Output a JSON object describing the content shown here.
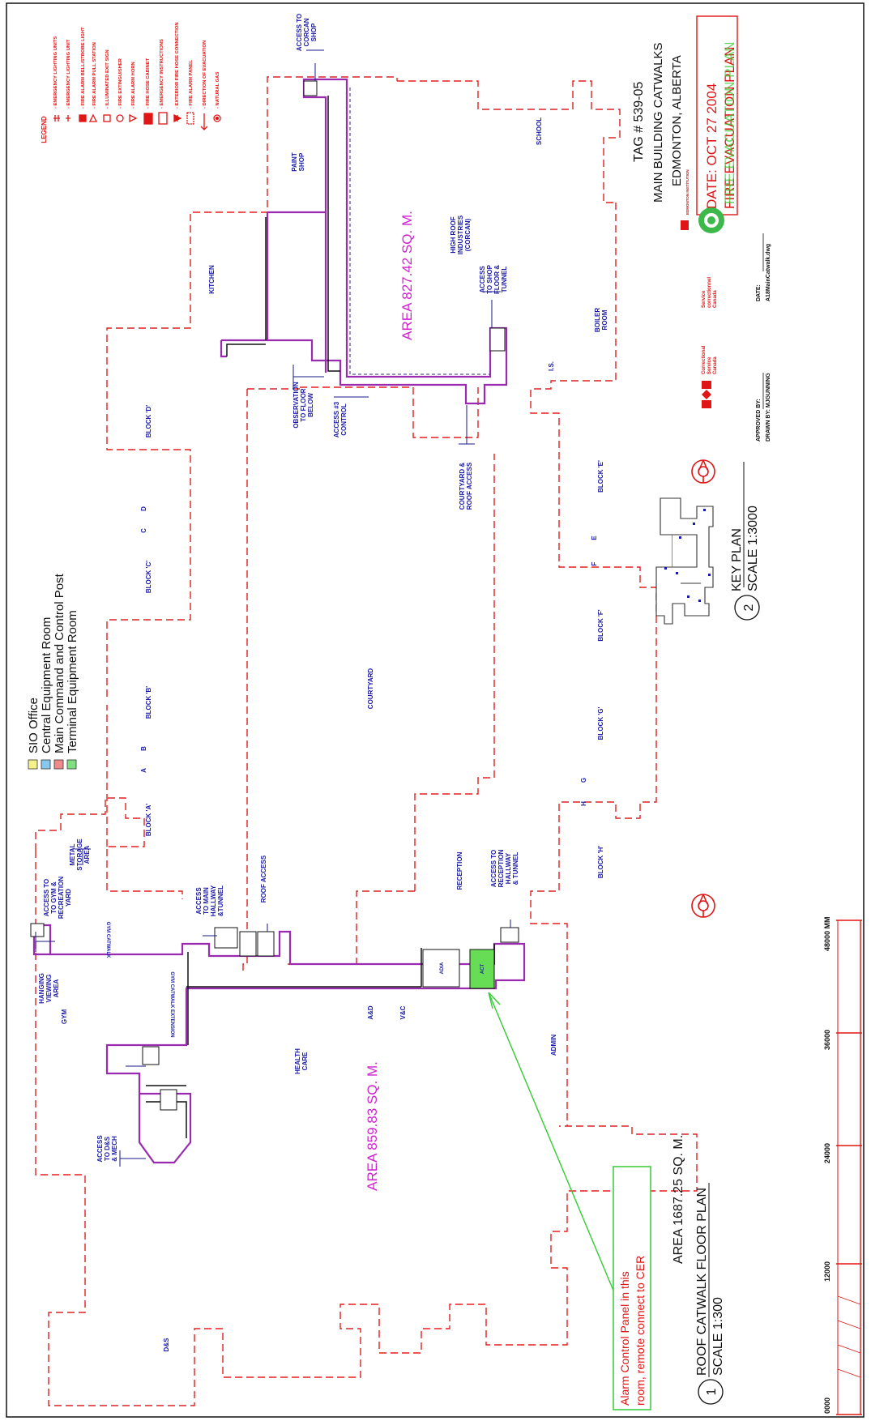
{
  "legend_colors": {
    "title": "",
    "items": [
      {
        "label": "SIO Office",
        "color": "#f5f08a"
      },
      {
        "label": "Central Equipment Room",
        "color": "#86c8ee"
      },
      {
        "label": "Main Command and Control Post",
        "color": "#ee8a8a"
      },
      {
        "label": "Terminal Equipment Room",
        "color": "#7ee07e"
      }
    ]
  },
  "fire_legend": {
    "title": "LEGEND",
    "items": [
      "- EMERGENCY LIGHTING UNITS",
      "- EMERGENCY LIGHTING UNIT",
      "- FIRE ALARM BELL/STROBE LIGHT",
      "- FIRE ALARM PULL STATION",
      "- ILLUMINATED EXIT SIGN",
      "- FIRE EXTINGUISHER",
      "- FIRE ALARM HORN",
      "- FIRE HOSE CABINET",
      "- EMERGENCY INSTRUCTIONS",
      "- EXTERIOR FIRE HOSE CONNECTION",
      "- FIRE ALARM PANEL",
      "- DIRECTION OF EVACUATION",
      "- NATURAL GAS"
    ]
  },
  "title_block": {
    "tag": "TAG # 539-05",
    "line1": "MAIN BUILDING CATWALKS",
    "line2": "EDMONTON, ALBERTA",
    "date": "DATE: OCT 27 2004",
    "plan_red": "FIRE EVACUATION PLAN",
    "plan_green": "FIRE EVACUATION PLAN",
    "approved": "APPROVED BY:",
    "date_label": "DATE:",
    "drawn": "DRAWN BY: MJGUNNING",
    "file": "A18MainCatwalk.dwg",
    "csc_en": "Correctional Service Canada",
    "csc_fr": "Service correctionnel Canada",
    "institution": "EDMONTON INSTITUTION"
  },
  "areas": {
    "area_upper": "AREA 827.42 SQ. M.",
    "area_lower": "AREA 859.83 SQ. M.",
    "area_total": "AREA 1687.25 SQ. M."
  },
  "plan_titles": {
    "plan1_number": "1",
    "plan1_title": "ROOF CATWALK FLOOR PLAN",
    "plan1_scale": "SCALE 1:300",
    "plan2_number": "2",
    "plan2_title": "KEY PLAN",
    "plan2_scale": "SCALE 1:3000"
  },
  "scale_bar": {
    "ticks": [
      "0000",
      "12000",
      "24000",
      "36000",
      "48000 MM"
    ]
  },
  "callout": {
    "line1": "Alarm Control Panel in this",
    "line2": "room, remote connect to CER"
  },
  "rooms": {
    "block_d": "BLOCK 'D'",
    "block_c": "BLOCK 'C'",
    "block_b": "BLOCK 'B'",
    "block_a": "BLOCK 'A'",
    "block_e": "BLOCK 'E'",
    "block_f": "BLOCK 'F'",
    "block_g": "BLOCK 'G'",
    "block_h": "BLOCK 'H'",
    "courtyard": "COURTYARD",
    "kitchen": "KITCHEN",
    "paint_shop": "PAINT SHOP",
    "school": "SCHOOL",
    "boiler_room": "BOILER ROOM",
    "high_roof": "HIGH ROOF INDUSTRIES (CORCAN)",
    "access_corcan": "ACCESS TO CORCAN SHOP",
    "access_shop": "ACCESS TO SHOP FLOOR & TUNNEL",
    "is": "I.S.",
    "observation": "OBSERVATION TO FLOOR BELOW",
    "access_control": "ACCESS #3 CONTROL",
    "courtyard_roof": "COURTYARD & ROOF ACCESS",
    "reception": "RECEPTION",
    "access_reception": "ACCESS TO RECEPTION HALLWAY & TUNNEL",
    "admin": "ADMIN",
    "roof_access": "ROOF ACCESS",
    "access_main": "ACCESS TO MAIN HALLWAY & TUNNEL",
    "metal_storage": "METAL STORAGE AREA",
    "access_gym": "ACCESS TO GYM & RECREATION YARD",
    "gym": "GYM",
    "hanging": "HANGING VIEWING AREA",
    "gym_catwalk": "GYM CATWALK",
    "gym_catwalk_ext": "GYM CATWALK EXTENSION",
    "health_care": "HEALTH CARE",
    "amd": "A&D",
    "vnc": "V&C",
    "ds": "D&S",
    "access_ds": "ACCESS TO D&S & MECH",
    "adia": "ADIA",
    "act": "ACT",
    "letters": {
      "a": "A",
      "b": "B",
      "c": "C",
      "d": "D",
      "e": "E",
      "f": "F",
      "g": "G",
      "h": "H"
    }
  }
}
